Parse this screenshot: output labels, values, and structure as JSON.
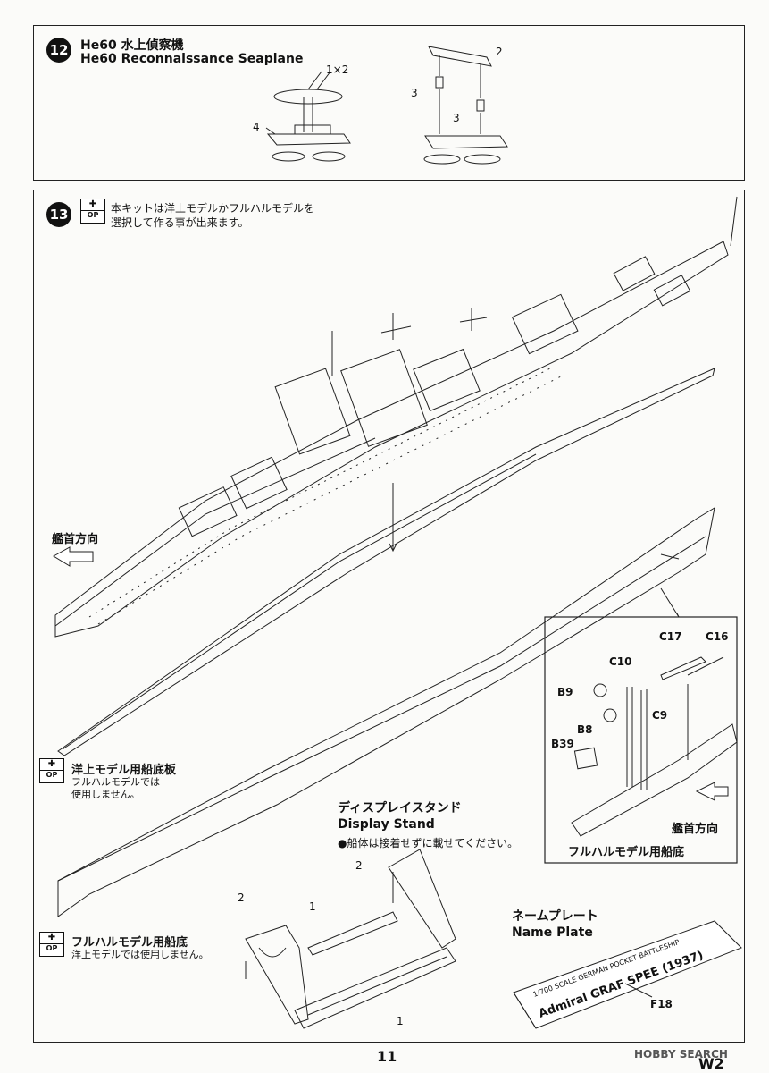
{
  "step12": {
    "number": "12",
    "title_jp": "He60 水上偵察機",
    "title_en": "He60 Reconnaissance Seaplane",
    "callouts": [
      "1×2",
      "4",
      "2",
      "3",
      "3"
    ]
  },
  "step13": {
    "number": "13",
    "op_label": "OP",
    "note_line1": "本キットは洋上モデルかフルハルモデルを",
    "note_line2": "選択して作る事が出来ます。",
    "bow_direction_1": "艦首方向",
    "bow_direction_2": "艦首方向",
    "waterline_plate": "洋上モデル用船底板",
    "waterline_plate_note1": "フルハルモデルでは",
    "waterline_plate_note2": "使用しません。",
    "fullhull_bottom": "フルハルモデル用船底",
    "fullhull_bottom_note": "洋上モデルでは使用しません。",
    "fullhull_inset_label": "フルハルモデル用船底",
    "inset_parts": [
      "C17",
      "C16",
      "C10",
      "B9",
      "C9",
      "B8",
      "B39"
    ],
    "stand_title_jp": "ディスプレイスタンド",
    "stand_title_en": "Display Stand",
    "stand_note": "●船体は接着せずに載せてください。",
    "stand_parts": [
      "2",
      "2",
      "1",
      "1"
    ],
    "nameplate_title_jp": "ネームプレート",
    "nameplate_title_en": "Name Plate",
    "nameplate_line1": "1/700 SCALE GERMAN POCKET BATTLESHIP",
    "nameplate_line2": "Admiral GRAF SPEE (1937)",
    "nameplate_part": "F18"
  },
  "footer": {
    "page_number": "11",
    "watermark": "HOBBY SEARCH",
    "code": "W2"
  }
}
